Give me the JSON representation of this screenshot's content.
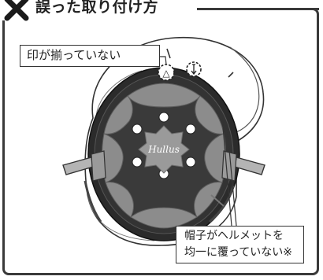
{
  "header": {
    "title": "誤った取り付け方"
  },
  "callouts": {
    "marks_not_aligned": "印が揃っていない",
    "coverage_line1": "帽子がヘルメットを",
    "coverage_line2": "均一に覆っていない※"
  },
  "illustration": {
    "mark_symbol": "△",
    "logo_text": "Hullus"
  },
  "colors": {
    "frame": "#3a3a3a",
    "helmet_shell": "#2b2b2b",
    "pads": "#8c8c8c",
    "strap": "#b4b4b4"
  },
  "icons": {
    "header_mark": "x-mark-icon"
  }
}
